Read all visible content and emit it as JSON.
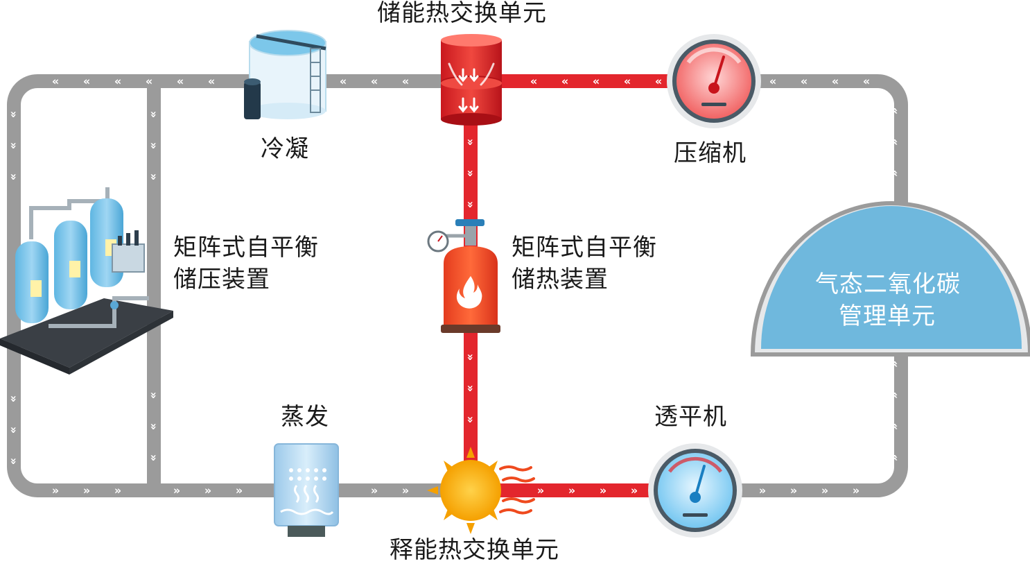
{
  "labels": {
    "storage_hx": "储能热交换单元",
    "condense": "冷凝",
    "compressor": "压缩机",
    "pressure_storage_l1": "矩阵式自平衡",
    "pressure_storage_l2": "储压装置",
    "heat_storage_l1": "矩阵式自平衡",
    "heat_storage_l2": "储热装置",
    "co2_mgmt_l1": "气态二氧化碳",
    "co2_mgmt_l2": "管理单元",
    "evaporate": "蒸发",
    "expander": "透平机",
    "release_hx": "释能热交换单元"
  },
  "colors": {
    "gray_pipe": "#9b9b9b",
    "red_pipe": "#e3262d",
    "dome": "#6fb8dd",
    "dome_border": "#9b9b9b"
  },
  "icons": {
    "condenser": "condenser-tower-icon",
    "storage_hx": "red-heat-exchanger-icon",
    "compressor": "red-pressure-gauge-icon",
    "pressure_storage": "blue-tank-array-icon",
    "heat_storage": "red-gas-cylinder-icon",
    "evaporator": "evaporator-unit-icon",
    "release_hx": "sun-heater-icon",
    "expander": "blue-pressure-gauge-icon"
  }
}
